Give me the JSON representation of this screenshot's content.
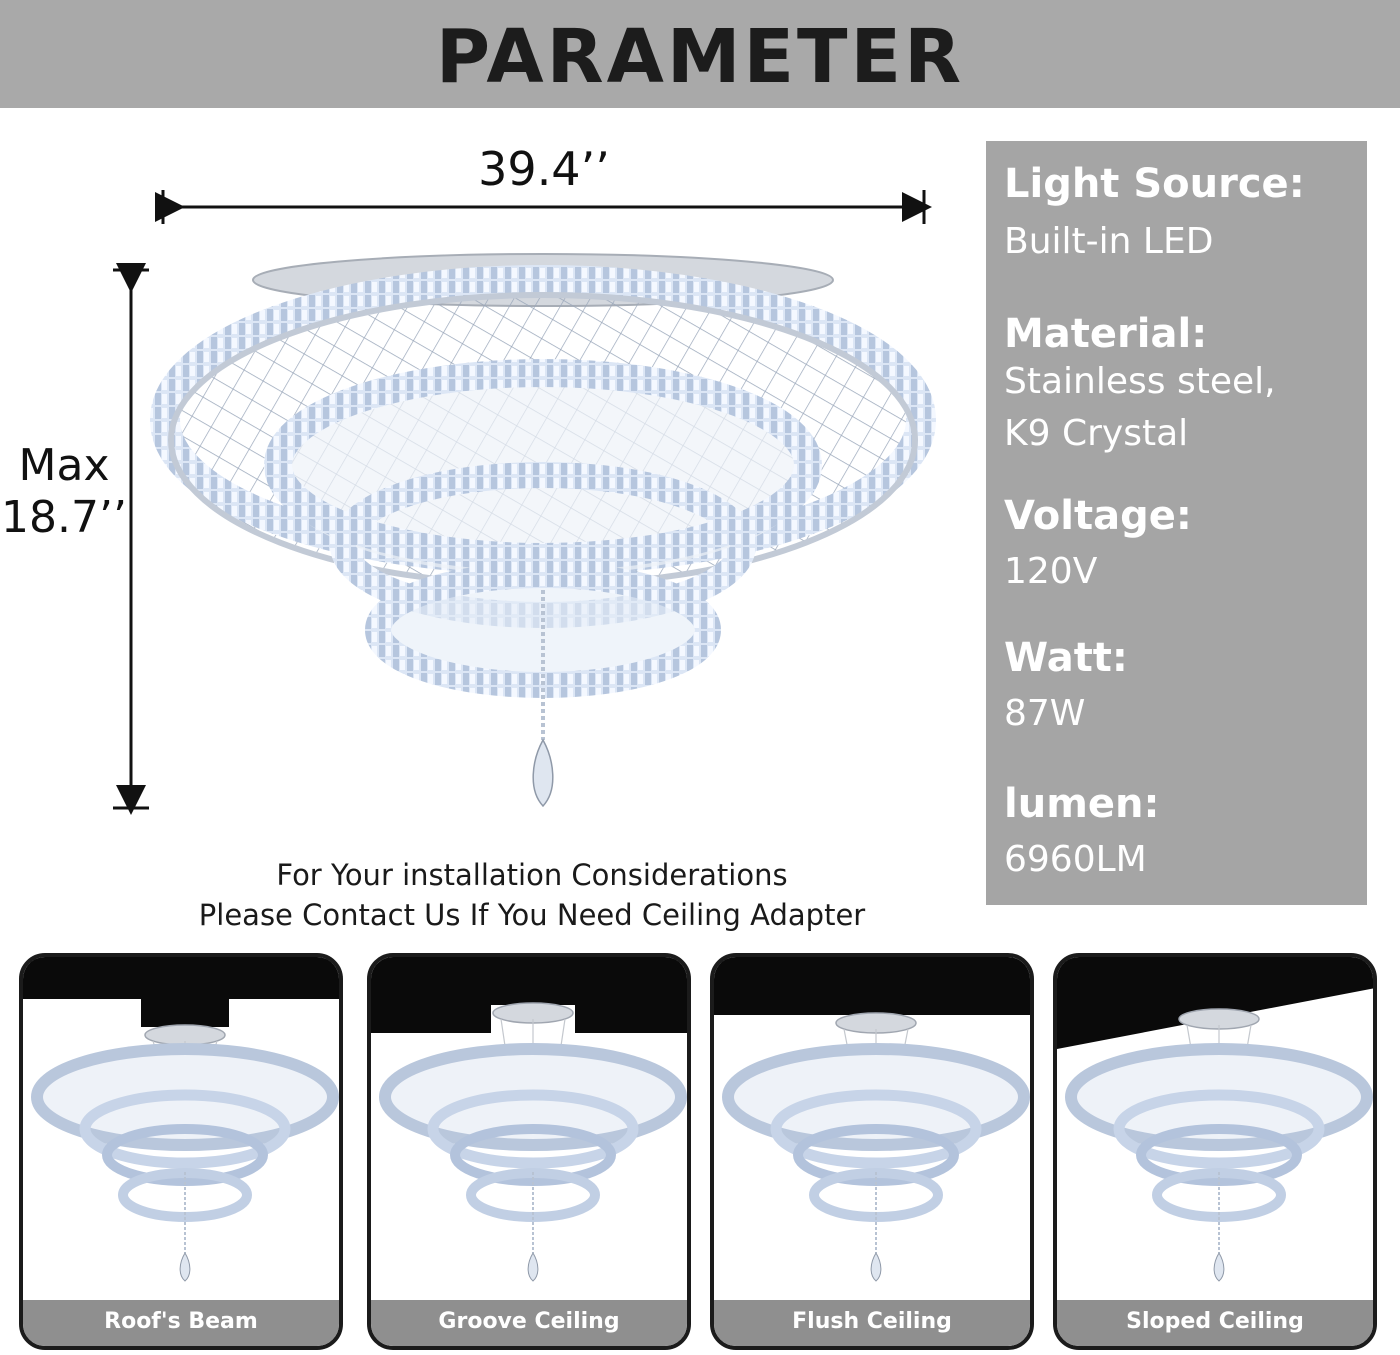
{
  "header": {
    "title": "PARAMETER"
  },
  "dimensions": {
    "width": "39.4’’",
    "height_prefix": "Max",
    "height": "18.7’’"
  },
  "specs": [
    {
      "label": "Light Source:",
      "value": "Built-in LED"
    },
    {
      "label": "Material:",
      "value_lines": [
        "Stainless steel,",
        "K9 Crystal"
      ]
    },
    {
      "label": "Voltage:",
      "value": "120V"
    },
    {
      "label": "Watt:",
      "value": "87W"
    },
    {
      "label": "lumen:",
      "value": "6960LM"
    }
  ],
  "note": {
    "line1": "For Your installation Considerations",
    "line2": "Please Contact Us If You Need Ceiling Adapter"
  },
  "installs": [
    {
      "caption": "Roof's Beam"
    },
    {
      "caption": "Groove Ceiling"
    },
    {
      "caption": "Flush Ceiling"
    },
    {
      "caption": "Sloped Ceiling"
    }
  ],
  "colors": {
    "title_bg": "#a9a9a9",
    "panel_bg": "#a5a5a5",
    "caption_bg": "#8f8f8f",
    "crystal": "#c9d6ea"
  }
}
